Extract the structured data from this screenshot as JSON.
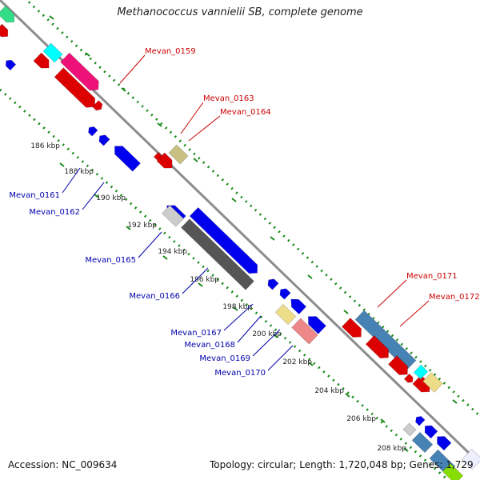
{
  "title": "Methanococcus vannielii SB, complete genome",
  "footer": {
    "accession": "Accession: NC_009634",
    "topology": "Topology: circular; Length: 1,720,048 bp; Genes: 1,729"
  },
  "colors": {
    "backbone": "#808080",
    "tick": "#1a8a1a",
    "forward_label": "#cc0000",
    "reverse_label": "#0000aa",
    "kbp_label": "#222222"
  },
  "kbp_ticks": [
    "186 kbp",
    "188 kbp",
    "190 kbp",
    "192 kbp",
    "194 kbp",
    "196 kbp",
    "198 kbp",
    "200 kbp",
    "202 kbp",
    "204 kbp",
    "206 kbp",
    "208 kbp"
  ],
  "forward_gene_labels": [
    "Mevan_0159",
    "Mevan_0163",
    "Mevan_0164",
    "Mevan_0171",
    "Mevan_0172"
  ],
  "reverse_gene_labels": [
    "Mevan_0161",
    "Mevan_0162",
    "Mevan_0165",
    "Mevan_0166",
    "Mevan_0167",
    "Mevan_0168",
    "Mevan_0169",
    "Mevan_0170"
  ]
}
